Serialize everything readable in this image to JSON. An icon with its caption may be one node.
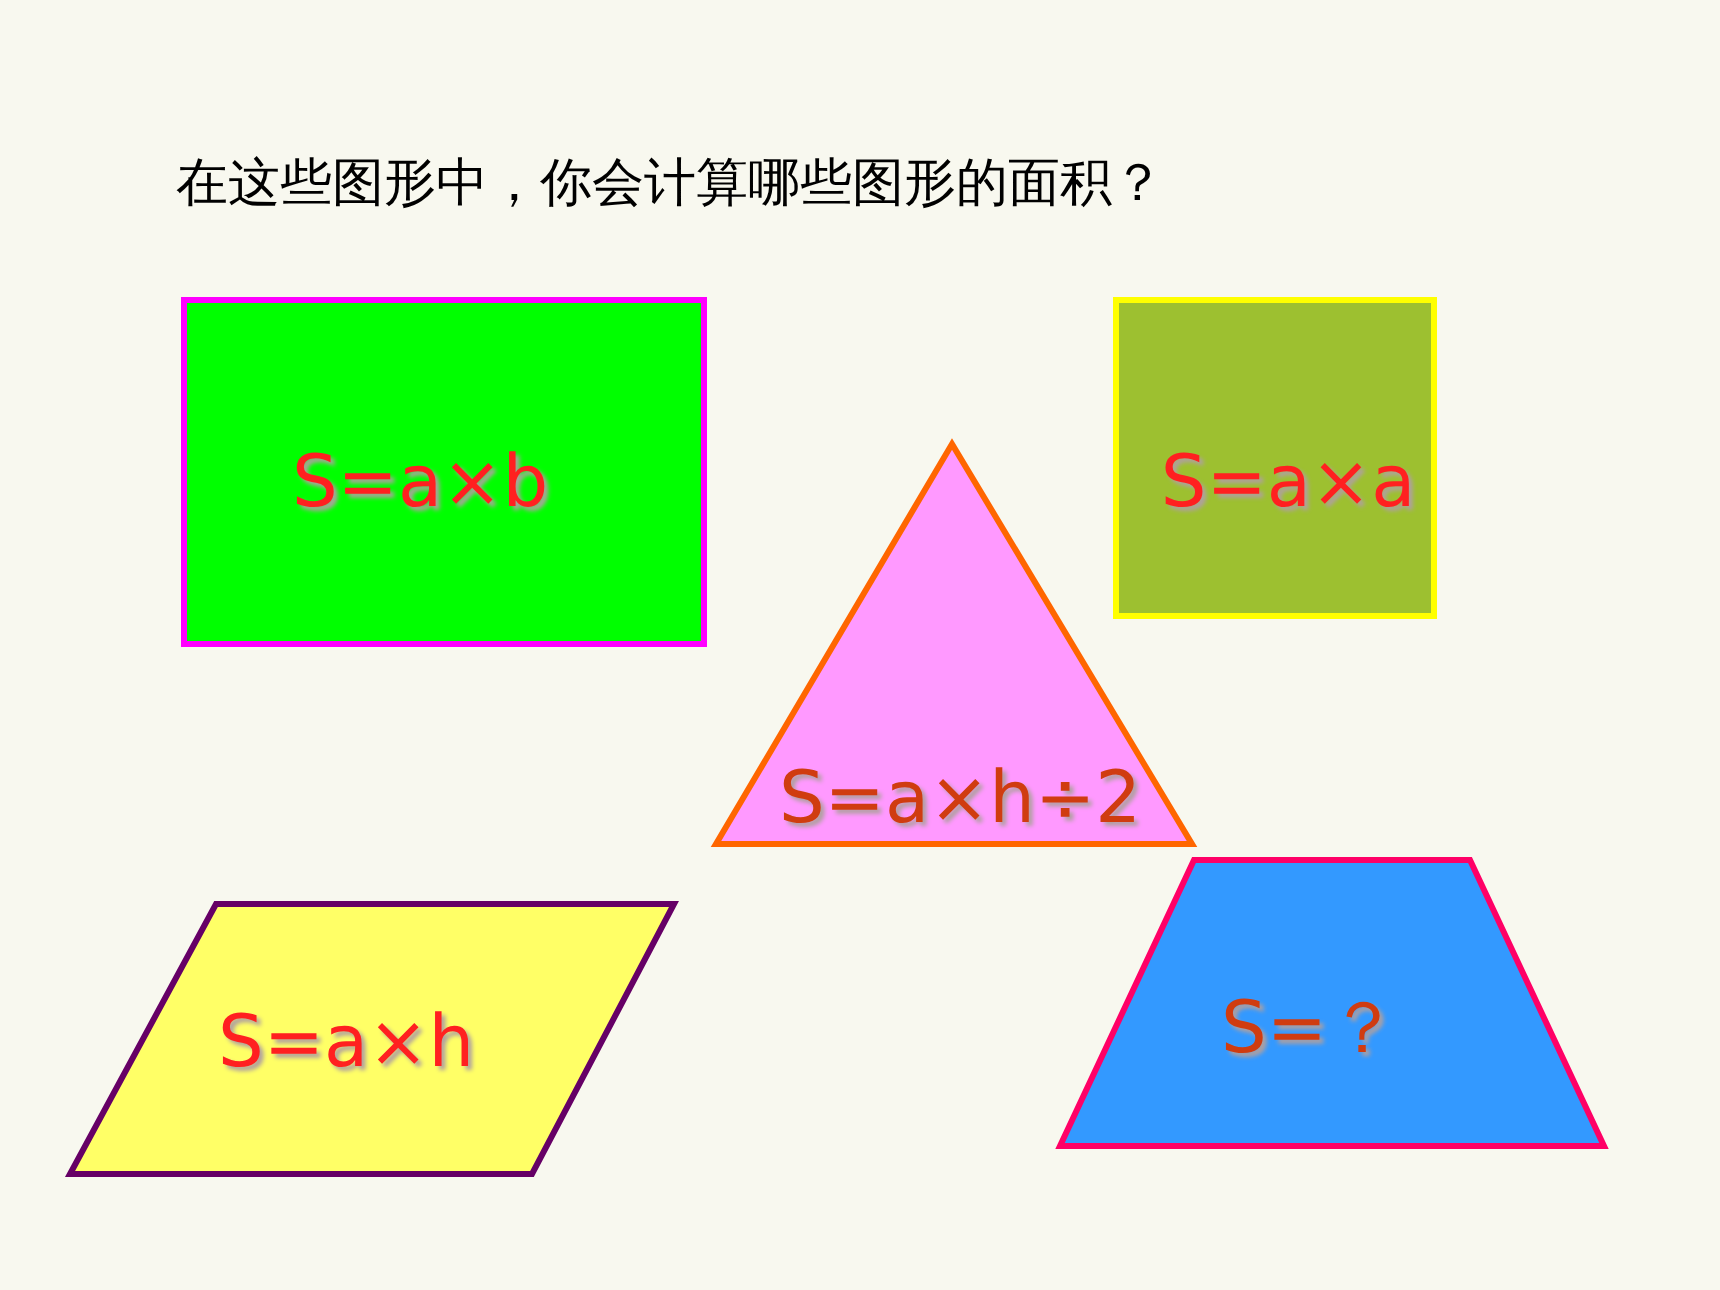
{
  "diagram": {
    "title": "在这些图形中，你会计算哪些图形的面积？",
    "nodes": [
      {
        "text": [
          "S=a×b"
        ]
      },
      {
        "text": [
          "S=a×a"
        ]
      },
      {
        "text": [
          "S=a×h÷2"
        ]
      },
      {
        "text": [
          "S=a×h"
        ]
      },
      {
        "text": [
          "S=？"
        ]
      }
    ],
    "edges": []
  }
}
